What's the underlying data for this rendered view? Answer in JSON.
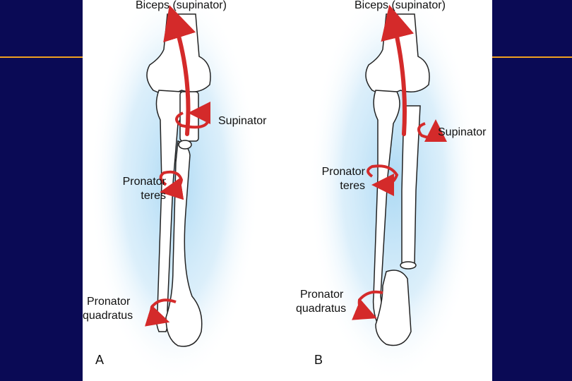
{
  "labels": {
    "a_biceps": "Biceps (supinator)",
    "a_supinator": "Supinator",
    "a_pronator_teres_1": "Pronator",
    "a_pronator_teres_2": "teres",
    "a_pronator_quadratus_1": "Pronator",
    "a_pronator_quadratus_2": "quadratus",
    "b_biceps": "Biceps (supinator)",
    "b_supinator": "Supinator",
    "b_pronator_teres_1": "Pronator",
    "b_pronator_teres_2": "teres",
    "b_pronator_quadratus_1": "Pronator",
    "b_pronator_quadratus_2": "quadratus",
    "panel_a": "A",
    "panel_b": "B"
  },
  "colors": {
    "slide_background": "#0a0a55",
    "accent_line": "#f0a020",
    "muscle_arrow": "#d42a2a",
    "glow": "#9fd3f2",
    "bone_outline": "#222222"
  }
}
